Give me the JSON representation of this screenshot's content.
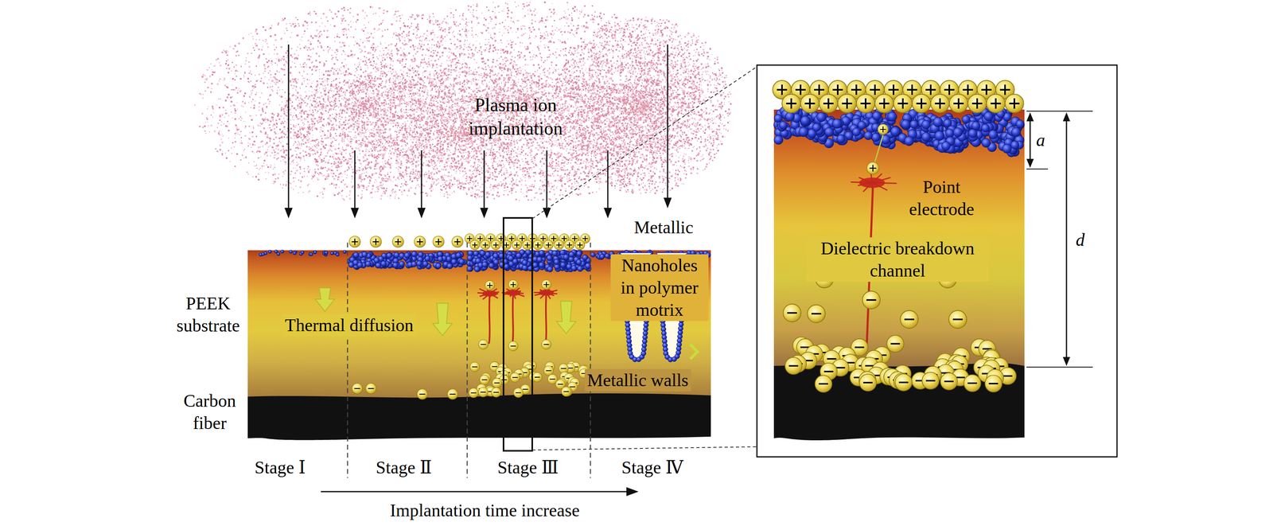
{
  "diagram": {
    "labels": [
      "Plasma ion implantation",
      "PEEK substrate",
      "Thermal diffusion",
      "Metallic",
      "Nanoholes in polymer motrix",
      "Metallic walls",
      "Carbon fiber",
      "Stage Ⅰ",
      "Stage Ⅱ",
      "Stage Ⅲ",
      "Stage Ⅳ",
      "Implantation time increase",
      "Point electrode",
      "Dielectric breakdown channel",
      "a",
      "d"
    ]
  }
}
